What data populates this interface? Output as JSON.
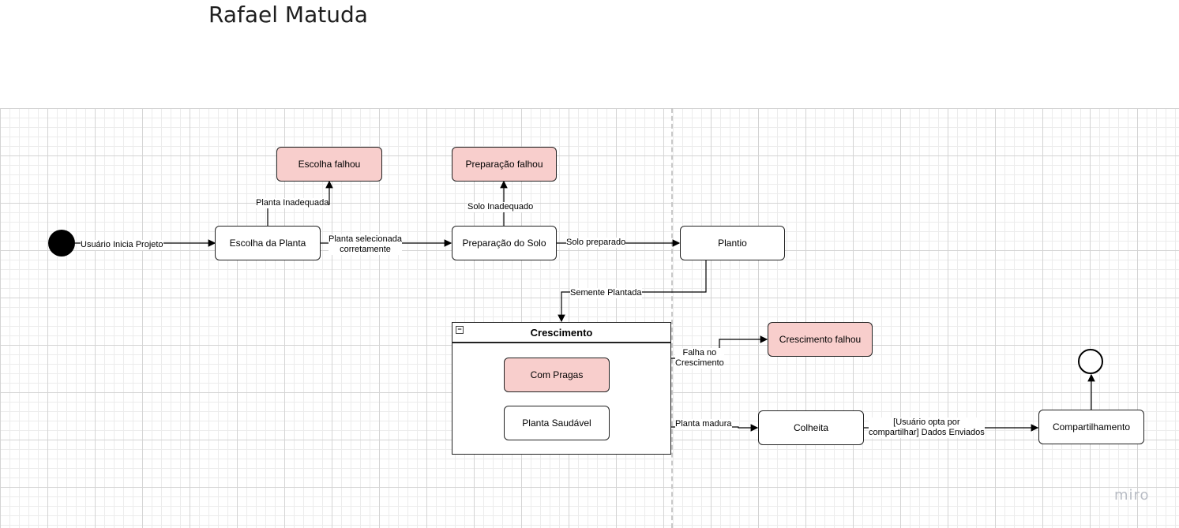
{
  "header": {
    "author": "Rafael Matuda"
  },
  "diagram": {
    "nodes": {
      "escolha_planta": "Escolha da Planta",
      "preparacao_solo": "Preparação do Solo",
      "plantio": "Plantio",
      "escolha_falhou": "Escolha falhou",
      "preparacao_falhou": "Preparação falhou",
      "crescimento_falhou": "Crescimento falhou",
      "colheita": "Colheita",
      "compartilhamento": "Compartilhamento"
    },
    "composite": {
      "title": "Crescimento",
      "substates": [
        "Com Pragas",
        "Planta Saudável"
      ]
    },
    "edges": {
      "usuario_inicia": "Usuário Inicia Projeto",
      "planta_selecionada": [
        "Planta selecionada",
        "corretamente"
      ],
      "planta_inadequada": "Planta Inadequada",
      "solo_inadequado": "Solo Inadequado",
      "solo_preparado": "Solo preparado",
      "semente_plantada": "Semente Plantada",
      "falha_crescimento": [
        "Falha no",
        "Crescimento"
      ],
      "planta_madura": "Planta madura",
      "dados_enviados": [
        "[Usuário opta por",
        "compartilhar] Dados Enviados"
      ]
    }
  },
  "watermark": "miro",
  "colors": {
    "failure_fill": "#f8cecc",
    "grid": "#d4d4d4"
  }
}
